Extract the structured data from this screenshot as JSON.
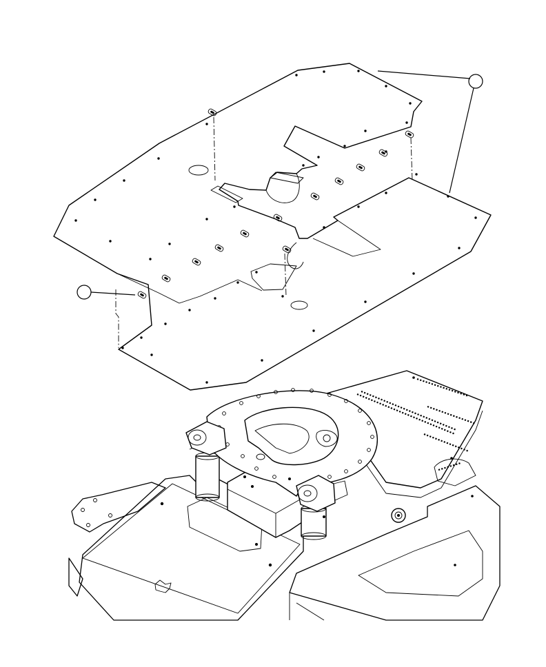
{
  "figure": {
    "kind": "exploded-view line drawing",
    "components": [
      "floor-plate-assembly",
      "fifth-wheel-coupler",
      "vehicle-chassis-deck"
    ],
    "callouts": [
      {
        "id": "callout-1",
        "label": ""
      },
      {
        "id": "callout-2",
        "label": ""
      }
    ],
    "stroke_color": "#000000",
    "background_color": "#ffffff"
  }
}
